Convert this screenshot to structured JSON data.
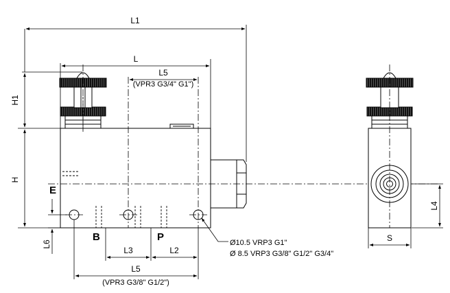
{
  "dimensions": {
    "L1": "L1",
    "L": "L",
    "L5_top": "L5",
    "L5_top_note": "(VPR3 G3/4\" G1\")",
    "H1": "H1",
    "H": "H",
    "L6": "L6",
    "L3": "L3",
    "L2": "L2",
    "L5_bottom": "L5",
    "L5_bottom_note": "(VPR3 G3/8\" G1/2\")",
    "L4": "L4",
    "S": "S"
  },
  "ports": {
    "E": "E",
    "B": "B",
    "P": "P"
  },
  "hole_note": {
    "line1": "Ø10.5 VRP3 G1\"",
    "line2": "Ø 8.5 VRP3 G3/8\" G1/2\" G3/4\""
  }
}
